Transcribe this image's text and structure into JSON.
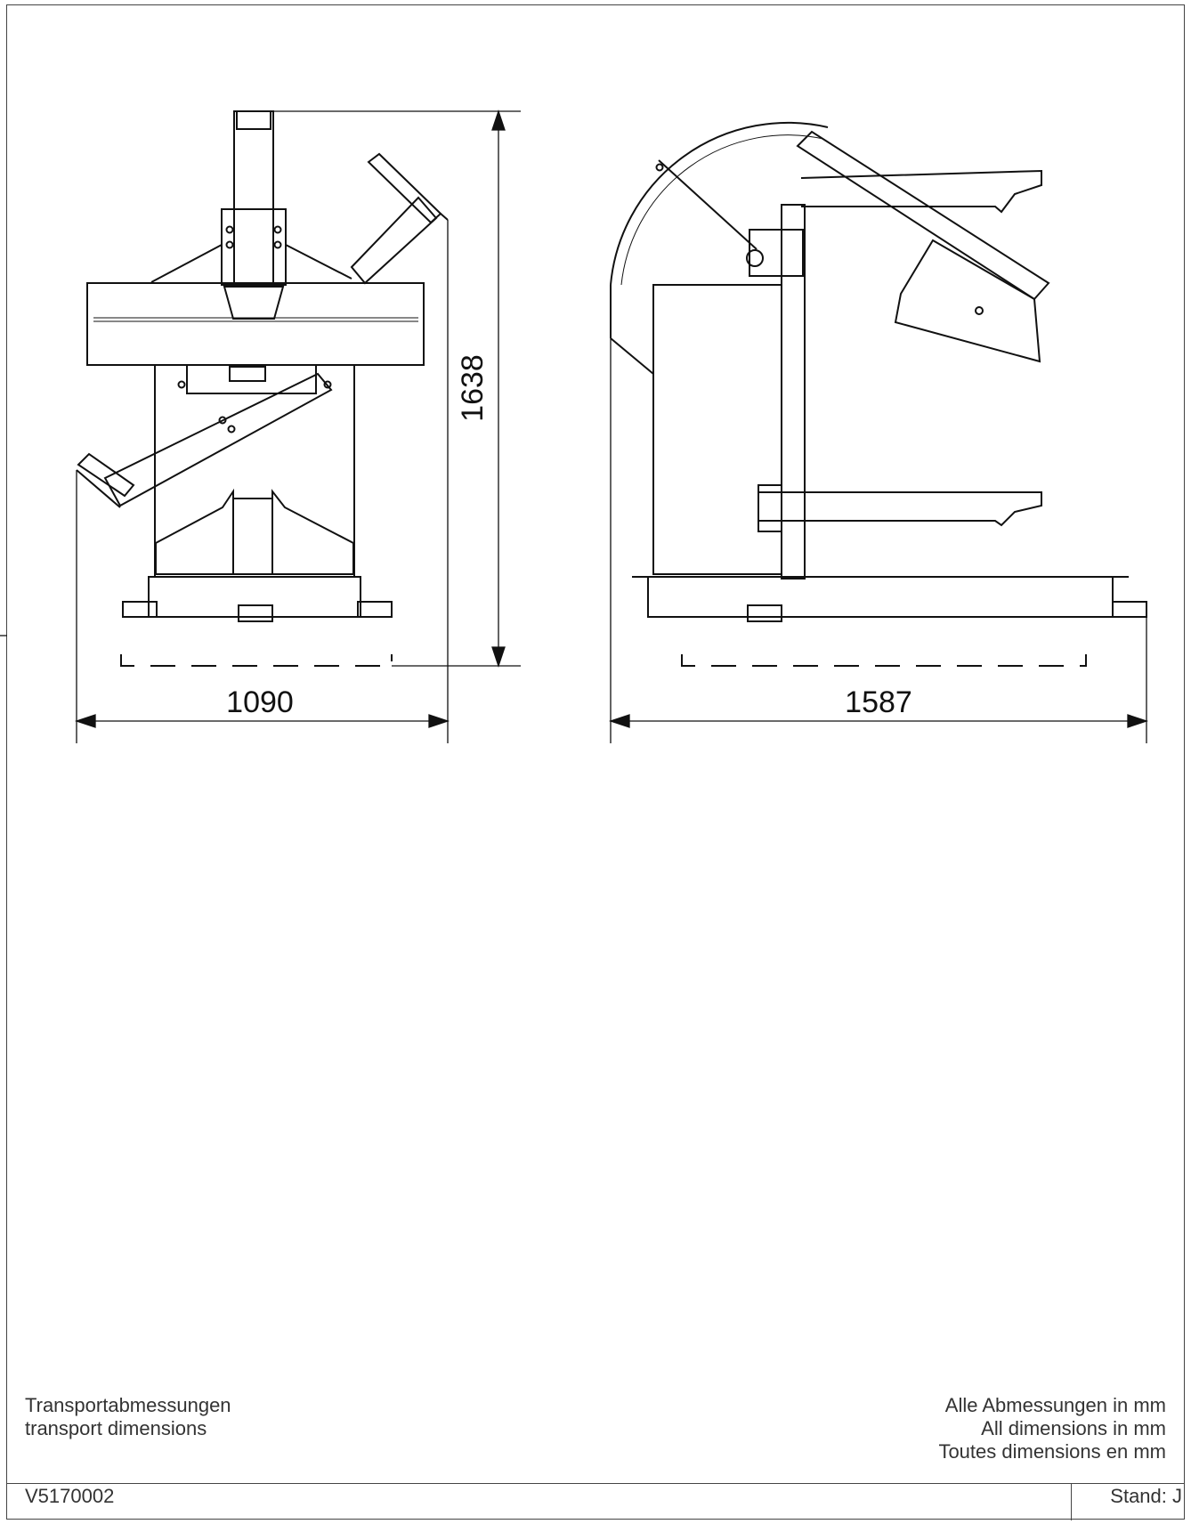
{
  "dimensions": {
    "width_front": "1090",
    "width_side": "1587",
    "height": "1638"
  },
  "notes_left": [
    "Transportabmessungen",
    "transport dimensions"
  ],
  "notes_right": [
    "Alle Abmessungen in mm",
    "All dimensions in mm",
    "Toutes dimensions en mm"
  ],
  "footer": {
    "document_number": "V5170002",
    "revision": "Stand: J"
  }
}
